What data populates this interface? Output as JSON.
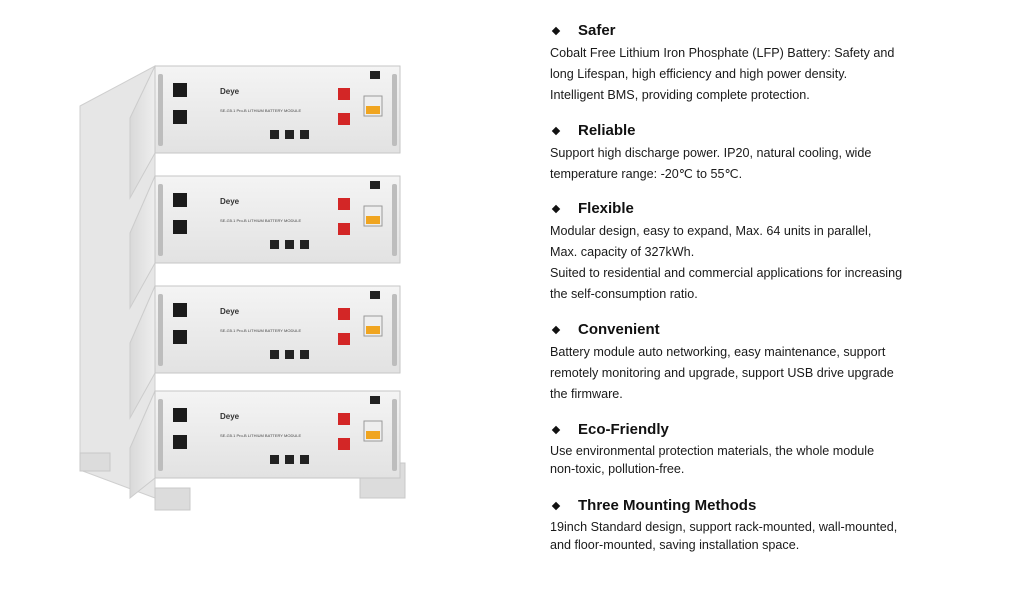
{
  "product": {
    "brand": "Deye",
    "model": "SE-G5.1 Pro-B",
    "module_text": "LITHIUM BATTERY MODULE"
  },
  "features": [
    {
      "title": "Safer",
      "lines": [
        "Cobalt Free Lithium Iron Phosphate (LFP) Battery: Safety and",
        "long Lifespan, high efficiency and high power density.",
        "Intelligent BMS, providing complete protection."
      ]
    },
    {
      "title": "Reliable",
      "lines": [
        "Support high discharge power. IP20, natural cooling, wide",
        "temperature range: -20℃ to 55℃."
      ]
    },
    {
      "title": "Flexible",
      "lines": [
        "Modular design, easy to expand, Max. 64 units in parallel,",
        "Max. capacity of 327kWh.",
        "Suited to residential and commercial applications for increasing",
        "the self-consumption ratio."
      ]
    },
    {
      "title": "Convenient",
      "lines": [
        "Battery module auto networking, easy maintenance, support",
        "remotely monitoring and upgrade, support USB drive upgrade",
        "the firmware."
      ]
    },
    {
      "title": "Eco-Friendly",
      "lines": [
        "Use environmental protection materials, the whole module",
        "non-toxic, pollution-free."
      ]
    },
    {
      "title": "Three Mounting Methods",
      "lines": [
        "19inch Standard design, support rack-mounted, wall-mounted,",
        "and floor-mounted, saving installation space."
      ]
    }
  ]
}
